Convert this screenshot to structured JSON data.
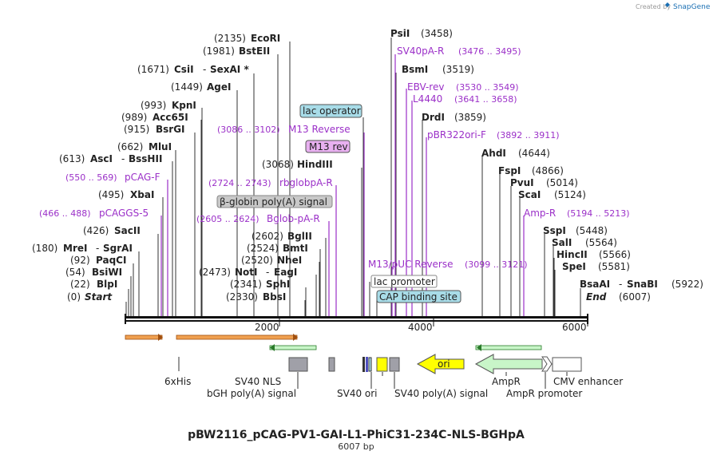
{
  "credit": "Created by",
  "brand": "SnapGene",
  "title": "pBW2116_pCAG-PV1-GAI-L1-PhiC31-234C-NLS-BGHpA",
  "subtitle": "6007 bp",
  "map": {
    "length": 6007,
    "ticks": [
      "2000",
      "4000",
      "6000"
    ],
    "start_label": "Start",
    "end_label": "End",
    "start_pos": "(0)",
    "end_pos": "(6007)"
  },
  "sites": [
    {
      "name": "BlpI",
      "pos": "(22)"
    },
    {
      "name": "BsiWI",
      "pos": "(54)"
    },
    {
      "name": "PaqCI",
      "pos": "(92)"
    },
    {
      "name": "MreI",
      "pos": "(180)",
      "extra": "SgrAI"
    },
    {
      "name": "SacII",
      "pos": "(426)"
    },
    {
      "name": "XbaI",
      "pos": "(495)"
    },
    {
      "name": "AscI",
      "pos": "(613)",
      "extra": "BssHII"
    },
    {
      "name": "MluI",
      "pos": "(662)"
    },
    {
      "name": "BsrGI",
      "pos": "(915)"
    },
    {
      "name": "Acc65I",
      "pos": "(989)"
    },
    {
      "name": "KpnI",
      "pos": "(993)"
    },
    {
      "name": "AgeI",
      "pos": "(1449)"
    },
    {
      "name": "CsiI",
      "pos": "(1671)",
      "extra": "SexAI *"
    },
    {
      "name": "BstEII",
      "pos": "(1981)"
    },
    {
      "name": "EcoRI",
      "pos": "(2135)"
    },
    {
      "name": "HindIII",
      "pos": "(3068)"
    },
    {
      "name": "BglII",
      "pos": "(2602)"
    },
    {
      "name": "BmtI",
      "pos": "(2524)"
    },
    {
      "name": "NheI",
      "pos": "(2520)"
    },
    {
      "name": "NotI",
      "pos": "(2473)",
      "extra": "EagI"
    },
    {
      "name": "SphI",
      "pos": "(2341)"
    },
    {
      "name": "BbsI",
      "pos": "(2330)"
    },
    {
      "name": "PsiI",
      "pos": "(3458)"
    },
    {
      "name": "BsmI",
      "pos": "(3519)"
    },
    {
      "name": "DrdI",
      "pos": "(3859)"
    },
    {
      "name": "AhdI",
      "pos": "(4644)"
    },
    {
      "name": "FspI",
      "pos": "(4866)"
    },
    {
      "name": "PvuI",
      "pos": "(5014)"
    },
    {
      "name": "ScaI",
      "pos": "(5124)"
    },
    {
      "name": "SspI",
      "pos": "(5448)"
    },
    {
      "name": "SalI",
      "pos": "(5564)"
    },
    {
      "name": "HincII",
      "pos": "(5566)"
    },
    {
      "name": "SpeI",
      "pos": "(5581)"
    },
    {
      "name": "BsaAI",
      "pos": "(5922)",
      "extra": "SnaBI"
    }
  ],
  "primers": [
    {
      "name": "pCAGGS-5",
      "range": "(466 .. 488)"
    },
    {
      "name": "pCAG-F",
      "range": "(550 .. 569)"
    },
    {
      "name": "Bglob-pA-R",
      "range": "(2605 .. 2624)"
    },
    {
      "name": "rbglobpA-R",
      "range": "(2724 .. 2743)"
    },
    {
      "name": "M13 Reverse",
      "range": "(3086 .. 3102)"
    },
    {
      "name": "SV40pA-R",
      "range": "(3476 .. 3495)"
    },
    {
      "name": "EBV-rev",
      "range": "(3530 .. 3549)"
    },
    {
      "name": "L4440",
      "range": "(3641 .. 3658)"
    },
    {
      "name": "pBR322ori-F",
      "range": "(3892 .. 3911)"
    },
    {
      "name": "Amp-R",
      "range": "(5194 .. 5213)"
    },
    {
      "name": "M13/pUC Reverse",
      "range": "(3099 .. 3121)"
    }
  ],
  "boxed_features": {
    "lac_operator": "lac operator",
    "m13_rev": "M13 rev",
    "bglobin": "β-globin poly(A) signal",
    "lac_promoter": "lac promoter",
    "cap": "CAP binding site"
  },
  "bottom_features": {
    "his": "6xHis",
    "sv40nls": "SV40 NLS",
    "bgh": "bGH poly(A) signal",
    "sv40ori": "SV40 ori",
    "sv40pa": "SV40 poly(A) signal",
    "ori": "ori",
    "ampr": "AmpR",
    "ampr_prom": "AmpR promoter",
    "cmv": "CMV enhancer"
  },
  "colors": {
    "primer": "#9b30c8",
    "orf_orange": "#f0a050",
    "orf_green": "#4caf30",
    "ori_yellow": "#ffff00",
    "ampr_green": "#c8f5c8",
    "lac_operator": "#a8dce8",
    "m13": "#e8b0f0",
    "bglobin": "#c8c8c8",
    "sv40_gray": "#a0a0a8",
    "brand": "#1a6fb3"
  }
}
